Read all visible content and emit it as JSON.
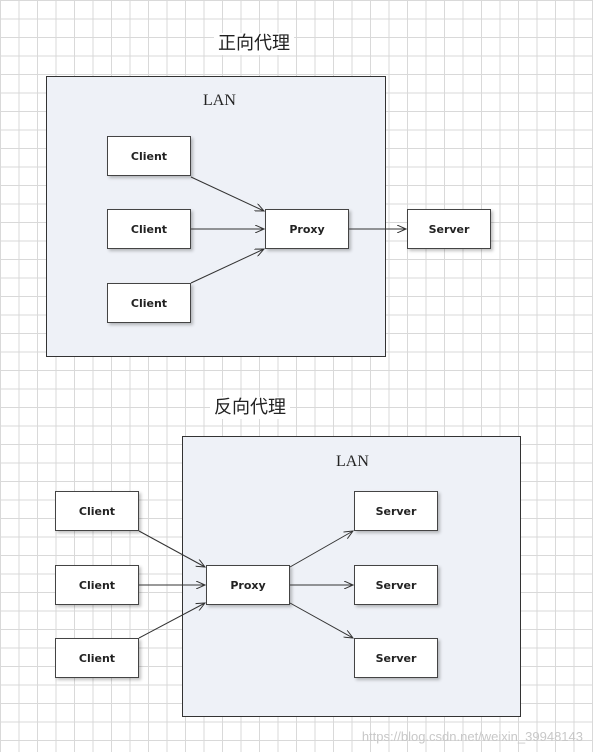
{
  "forward": {
    "title": "正向代理",
    "lan_label": "LAN",
    "clients": [
      "Client",
      "Client",
      "Client"
    ],
    "proxy": "Proxy",
    "server": "Server"
  },
  "reverse": {
    "title": "反向代理",
    "lan_label": "LAN",
    "clients": [
      "Client",
      "Client",
      "Client"
    ],
    "proxy": "Proxy",
    "servers": [
      "Server",
      "Server",
      "Server"
    ]
  },
  "watermark": "https://blog.csdn.net/weixin_39948143",
  "colors": {
    "lan_fill": "#eef1f7",
    "border": "#333333",
    "grid": "#d9d9d9"
  }
}
